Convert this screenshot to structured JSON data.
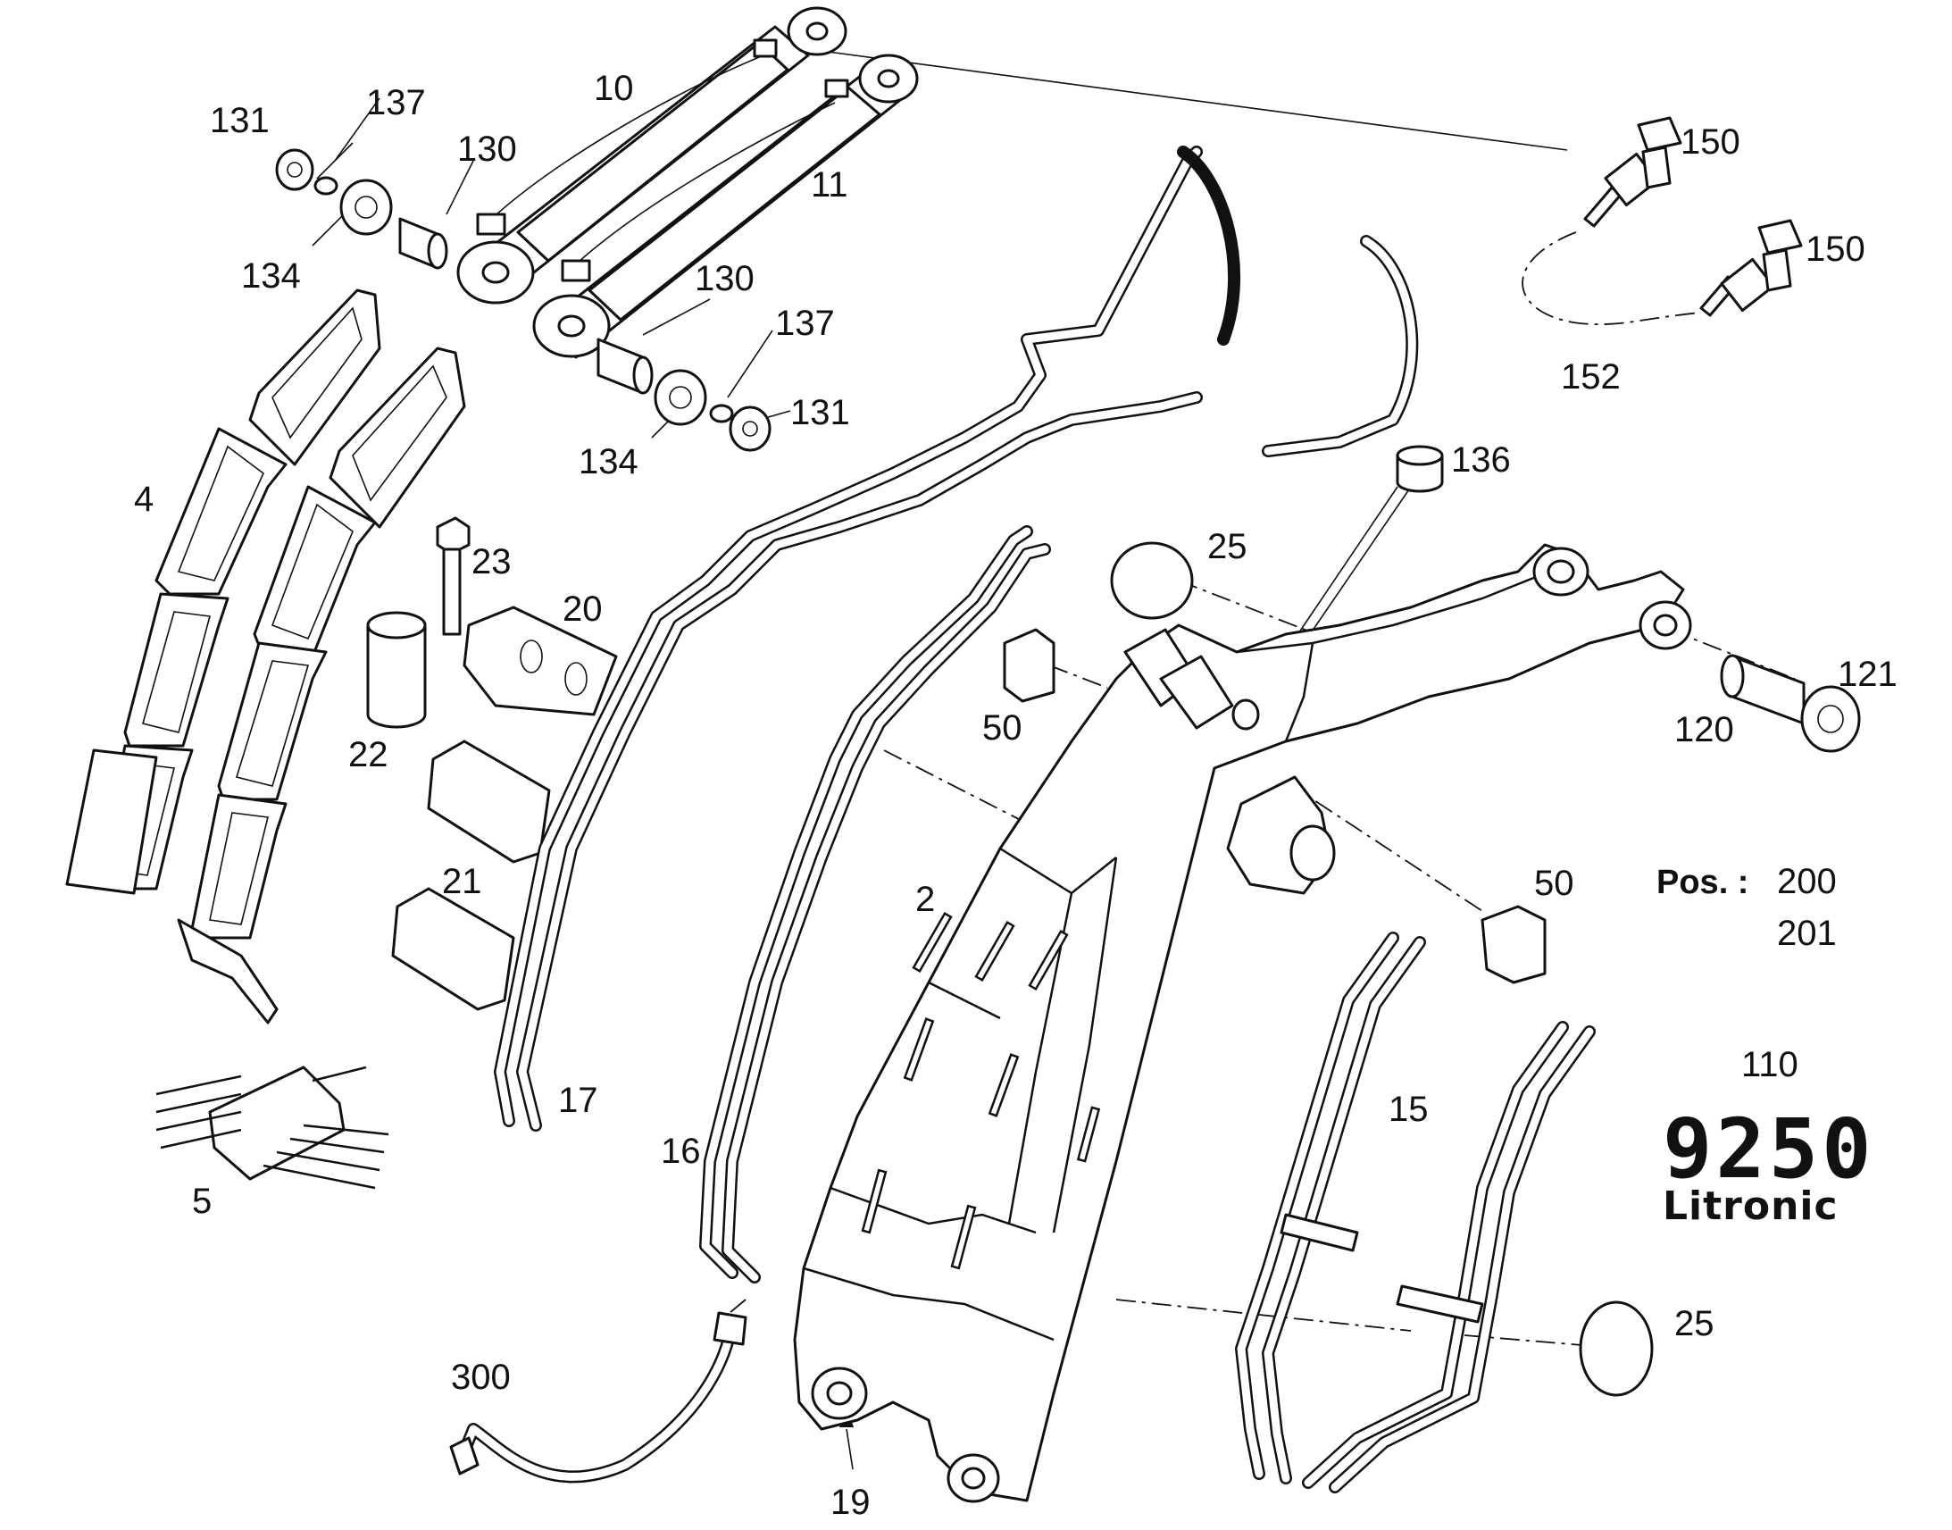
{
  "labels": {
    "p131a": "131",
    "p137a": "137",
    "p10": "10",
    "p130a": "130",
    "p11": "11",
    "p134a": "134",
    "p130b": "130",
    "p137b": "137",
    "p131b": "131",
    "p134b": "134",
    "p150a": "150",
    "p150b": "150",
    "p152": "152",
    "p136": "136",
    "p4": "4",
    "p23": "23",
    "p20": "20",
    "p22": "22",
    "p21": "21",
    "p25a": "25",
    "p50a": "50",
    "p121": "121",
    "p120": "120",
    "p50b": "50",
    "p2": "2",
    "p17": "17",
    "p16": "16",
    "p15": "15",
    "p5": "5",
    "p300": "300",
    "p19": "19",
    "p25b": "25",
    "p110": "110"
  },
  "position": {
    "label": "Pos. :",
    "value_1": "200",
    "value_2": "201"
  },
  "logo": {
    "model": "9250",
    "brand": "Litronic"
  }
}
